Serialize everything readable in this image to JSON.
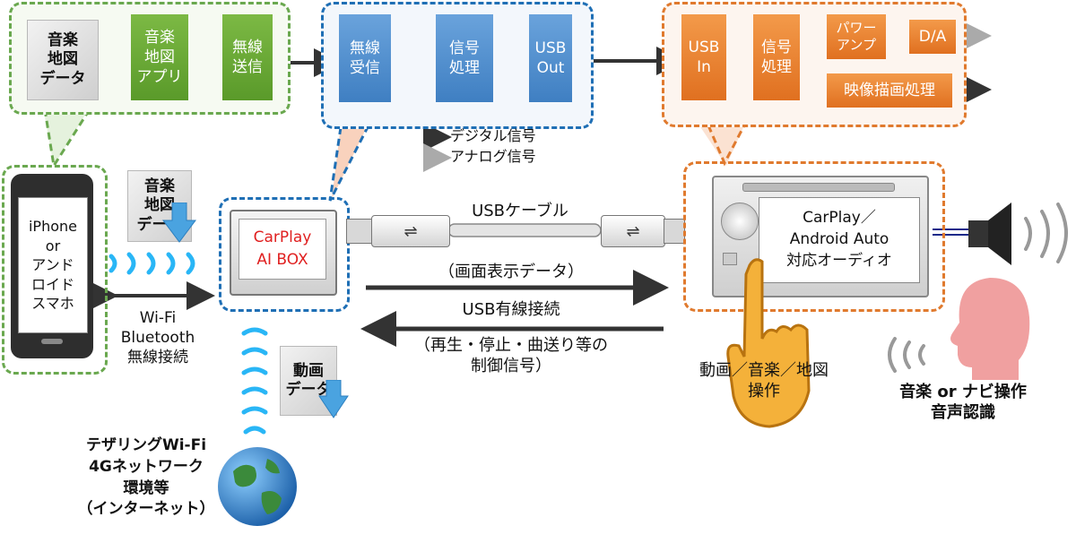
{
  "phone_pipeline": {
    "doc_label": "音楽\n地図\nデータ",
    "app_label": "音楽\n地図\nアプリ",
    "tx_label": "無線\n送信"
  },
  "box_pipeline": {
    "rx_label": "無線\n受信",
    "proc_label": "信号\n処理",
    "usbout_label": "USB\nOut"
  },
  "audio_pipeline": {
    "usbin_label": "USB\nIn",
    "proc_label": "信号\n処理",
    "amp_label": "パワー\nアンプ",
    "da_label": "D/A",
    "video_label": "映像描画処理"
  },
  "legend": {
    "digital": "デジタル信号",
    "analog": "アナログ信号",
    "digital_color": "#333333",
    "analog_color": "#aaaaaa"
  },
  "phone": {
    "screen_text": "iPhone\nor\nアンド\nロイド\nスマホ",
    "doc_label": "音楽\n地図\nデータ"
  },
  "carplay_box": {
    "text": "CarPlay\nAI BOX",
    "text_color": "#e02020"
  },
  "wireless_link": {
    "label": "Wi-Fi\nBluetooth\n無線接続"
  },
  "usb": {
    "cable_label": "USBケーブル",
    "forward_label": "（画面表示データ）",
    "wired_label": "USB有線接続",
    "back_label": "（再生・停止・曲送り等の\n制御信号）"
  },
  "video_doc": {
    "label": "動画\nデータ"
  },
  "internet": {
    "label": "テザリングWi-Fi\n4Gネットワーク\n環境等\n（インターネット）"
  },
  "head_unit": {
    "text": "CarPlay／\nAndroid Auto\n対応オーディオ"
  },
  "touch": {
    "label": "動画／音楽／地図\n操作"
  },
  "voice": {
    "label": "音楽 or ナビ操作\n音声認識"
  },
  "colors": {
    "green": "#6aa84f",
    "blue": "#1f6fb5",
    "orange": "#e07a2e",
    "accent_wave": "#29b6f6"
  }
}
